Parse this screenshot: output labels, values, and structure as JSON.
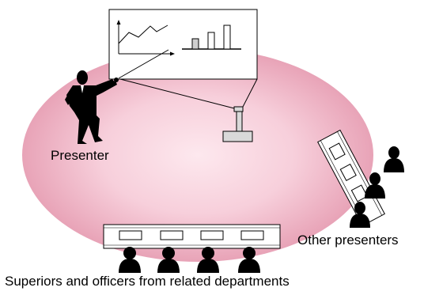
{
  "labels": {
    "presenter": "Presenter",
    "other_presenters": "Other presenters",
    "superiors": "Superiors and officers from related departments"
  },
  "colors": {
    "floor_center": "#fde8ee",
    "floor_edge": "#e8a3b7",
    "person": "#000000",
    "screen_border": "#000000",
    "projector_fill": "#d9d9d9",
    "bar_fill": "#cfcfcf"
  },
  "screen_content": {
    "left_icon": "line-chart",
    "right_icon": "bar-chart",
    "bar_values": [
      1,
      2,
      3
    ]
  },
  "icons": {
    "presenter": "person-pointing-icon",
    "projector": "projector-icon",
    "audience": "person-bust-icon"
  }
}
